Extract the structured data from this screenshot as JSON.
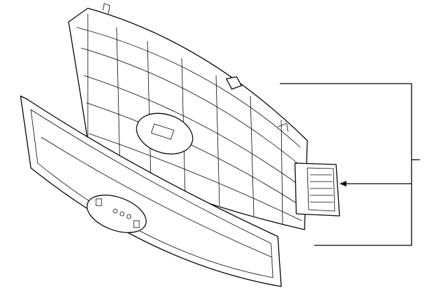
{
  "diagram": {
    "line_color": "#000000",
    "background": "#ffffff",
    "parts": [
      "grille-assembly",
      "grille-side-insert",
      "grille-bezel"
    ]
  }
}
